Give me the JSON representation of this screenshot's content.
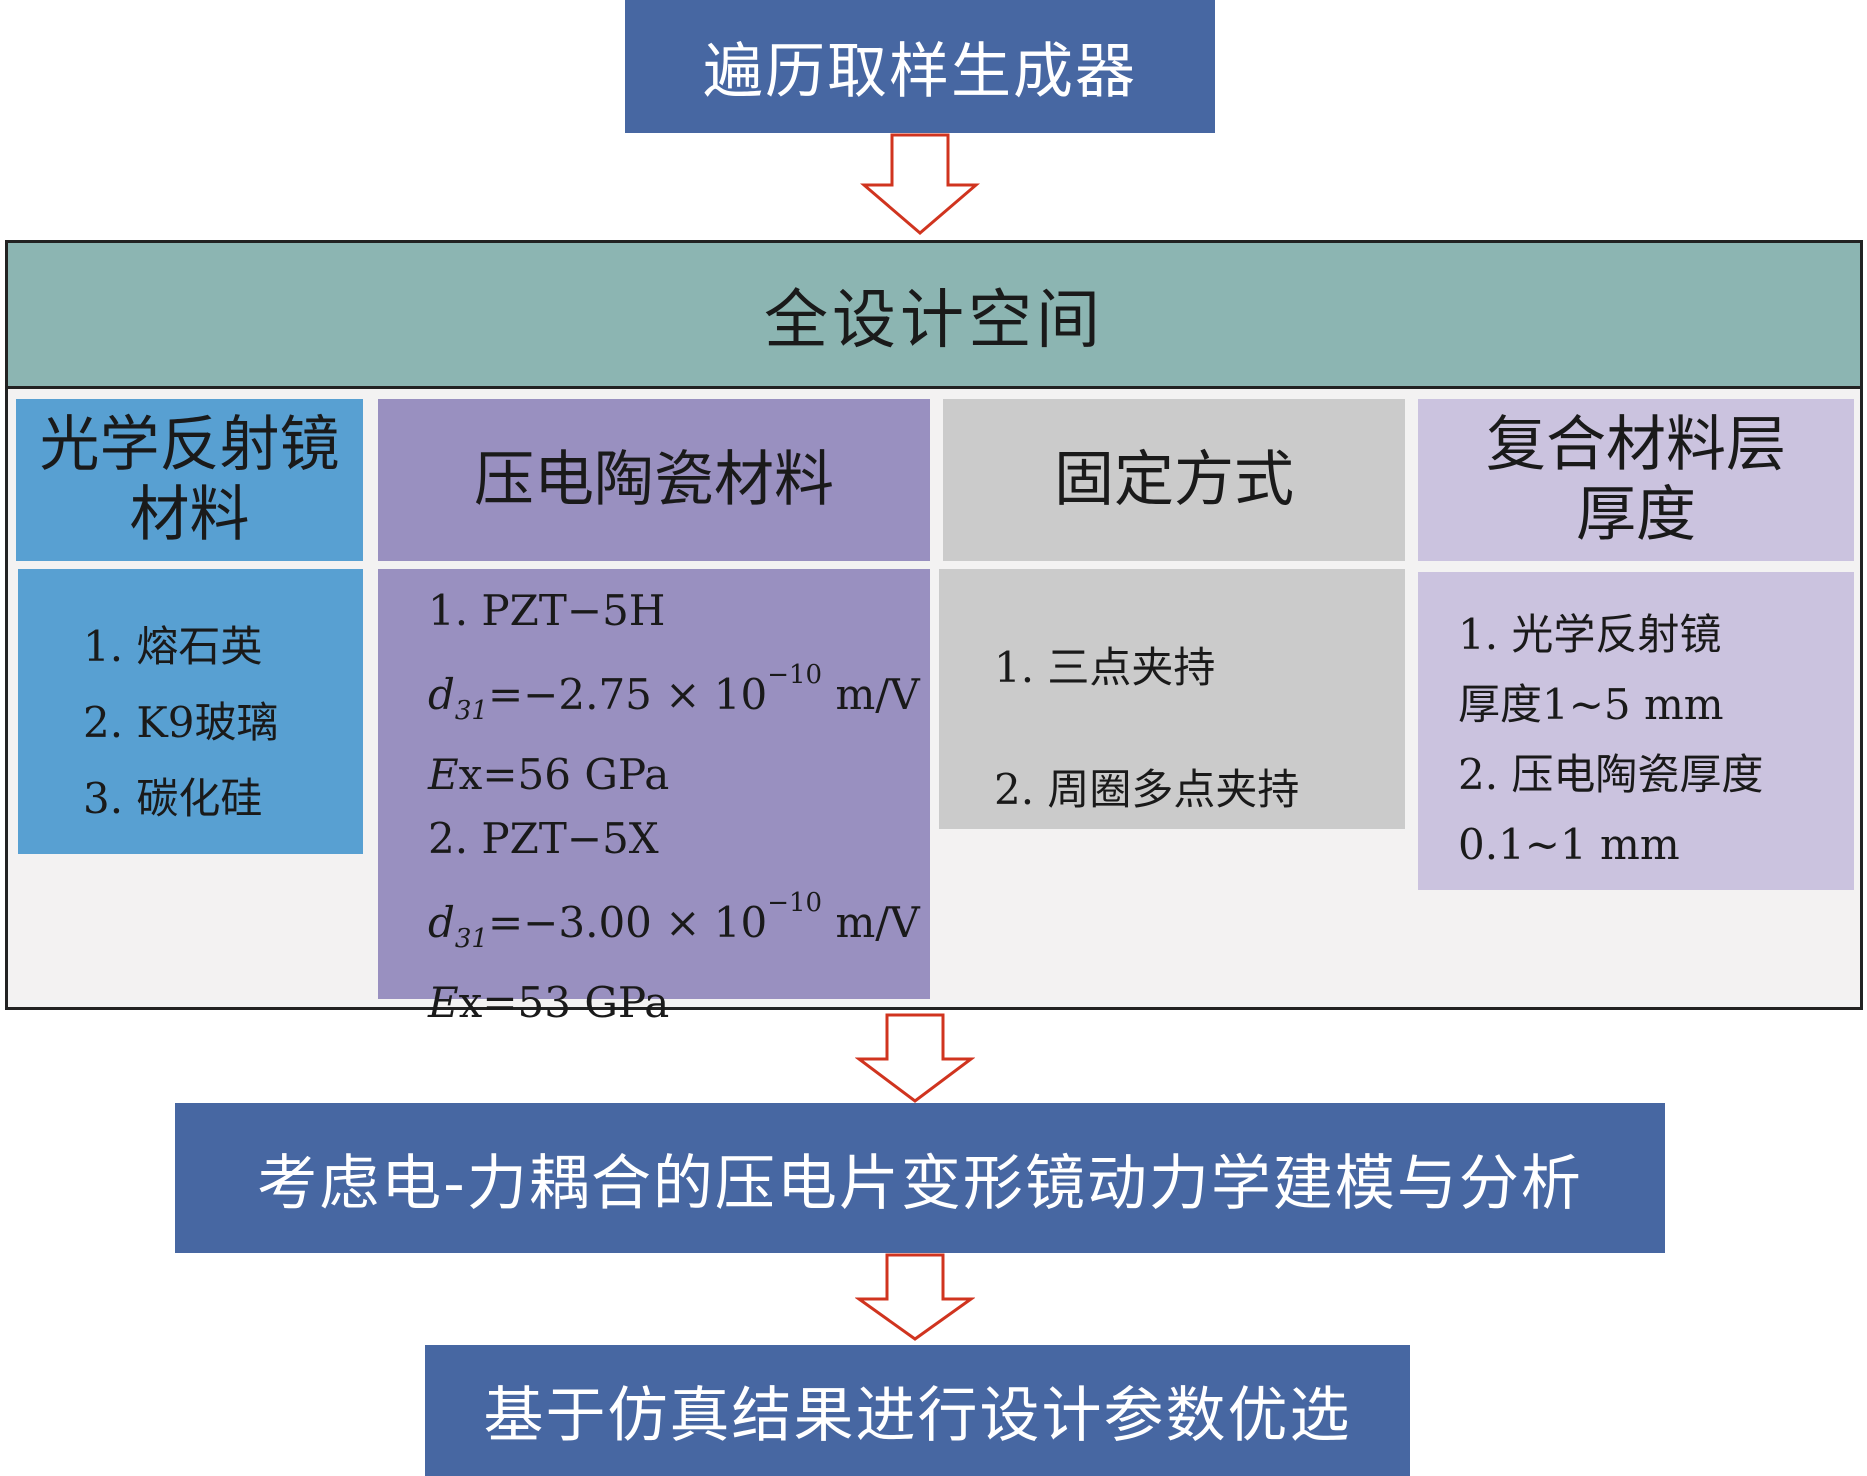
{
  "flow": {
    "top_box": "遍历取样生成器",
    "design_space_title": "全设计空间",
    "modeling_box": "考虑电-力耦合的压电片变形镜动力学建模与分析",
    "optimize_box": "基于仿真结果进行设计参数优选"
  },
  "categories": {
    "mirror": {
      "title_line1": "光学反射镜",
      "title_line2": "材料",
      "items": [
        "1. 熔石英",
        "2. K9玻璃",
        "3. 碳化硅"
      ]
    },
    "piezo": {
      "title": "压电陶瓷材料",
      "item1_name": "1. PZT−5H",
      "item1_d_symbol": "d",
      "item1_d_sub": "31",
      "item1_d_value": "=−2.75 × 10",
      "item1_d_exp": "−10",
      "item1_d_unit": " m/V",
      "item1_e_symbol": "E",
      "item1_e_value": "x=56 GPa",
      "item2_name": "2. PZT−5X",
      "item2_d_symbol": "d",
      "item2_d_sub": "31",
      "item2_d_value": "=−3.00 × 10",
      "item2_d_exp": "−10",
      "item2_d_unit": " m/V",
      "item2_e_symbol": "E",
      "item2_e_value": "x=53 GPa"
    },
    "mount": {
      "title": "固定方式",
      "items": [
        "1. 三点夹持",
        "2. 周圈多点夹持"
      ]
    },
    "thickness": {
      "title_line1": "复合材料层",
      "title_line2": "厚度",
      "item1_line1": "1. 光学反射镜",
      "item1_line2": "厚度1~5 mm",
      "item2_line1": "2. 压电陶瓷厚度",
      "item2_line2": "0.1~1 mm"
    }
  },
  "colors": {
    "flow_blue": "#4767a2",
    "header_teal": "#8cb5b2",
    "mirror_blue": "#58a0d2",
    "piezo_purple": "#9990c0",
    "mount_gray": "#cbcbcb",
    "thickness_lavender": "#cbc3df",
    "arrow_red": "#d0341f"
  }
}
